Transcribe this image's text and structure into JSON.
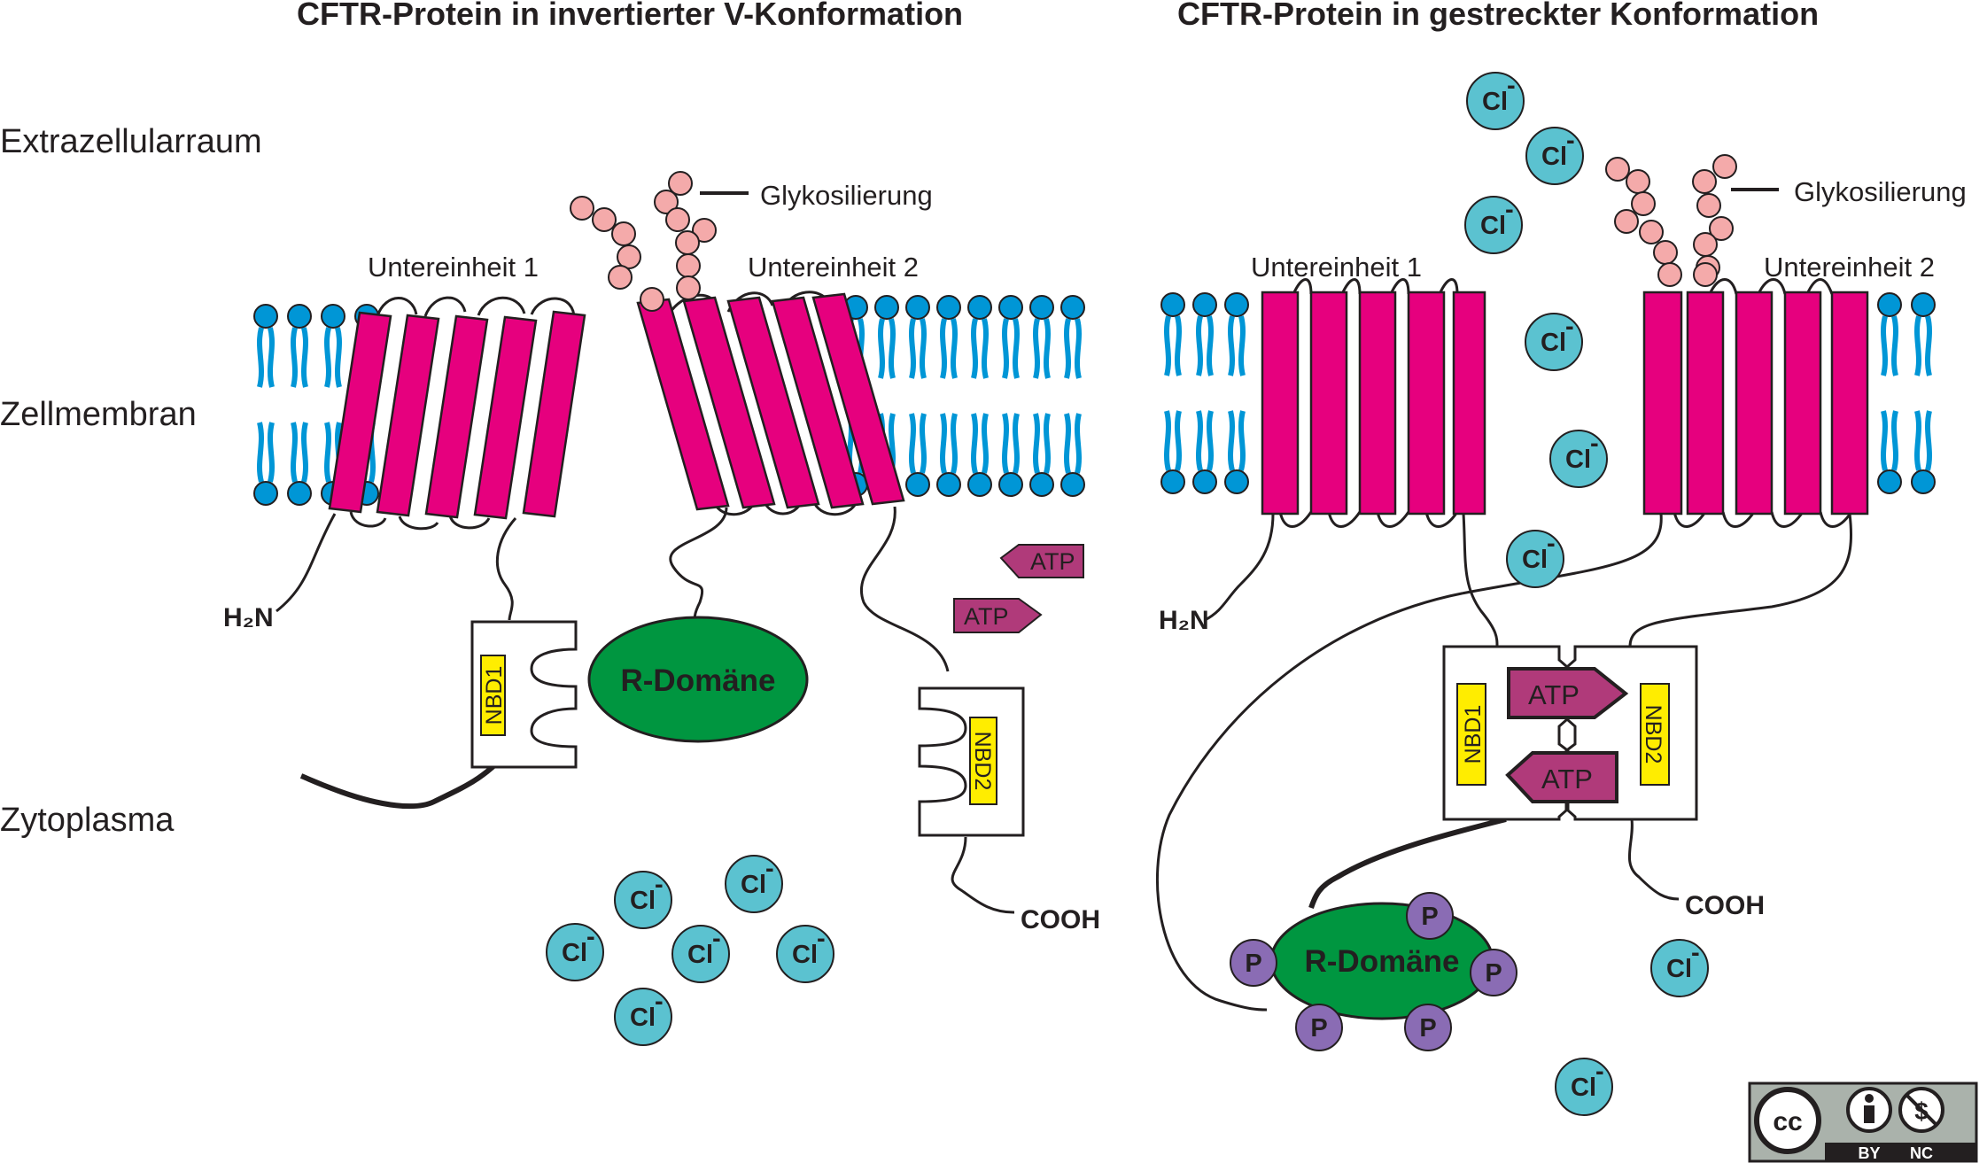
{
  "titles": {
    "left": "CFTR-Protein in invertierter V-Konformation",
    "right": "CFTR-Protein in gestreckter Konformation"
  },
  "regions": {
    "extracellular": "Extrazellularraum",
    "membrane": "Zellmembran",
    "cytoplasm": "Zytoplasma"
  },
  "labels": {
    "subunit1": "Untereinheit 1",
    "subunit2": "Untereinheit 2",
    "glycosylation": "Glykosilierung",
    "n_terminus": "H₂N",
    "c_terminus": "COOH",
    "r_domain": "R-Domäne",
    "nbd1": "NBD1",
    "nbd2": "NBD2",
    "atp": "ATP",
    "chloride": "Cl",
    "chloride_charge": "-",
    "phosphate": "P"
  },
  "license": {
    "cc": "cc",
    "by": "BY",
    "nc": "NC"
  },
  "colors": {
    "helix": "#e6007e",
    "lipid_head": "#0096d6",
    "r_domain": "#009640",
    "chloride": "#5bc2d0",
    "atp": "#b03a7a",
    "nbd_label": "#ffed00",
    "phosphate": "#8a6cb4",
    "sugar": "#f4aaaa"
  }
}
